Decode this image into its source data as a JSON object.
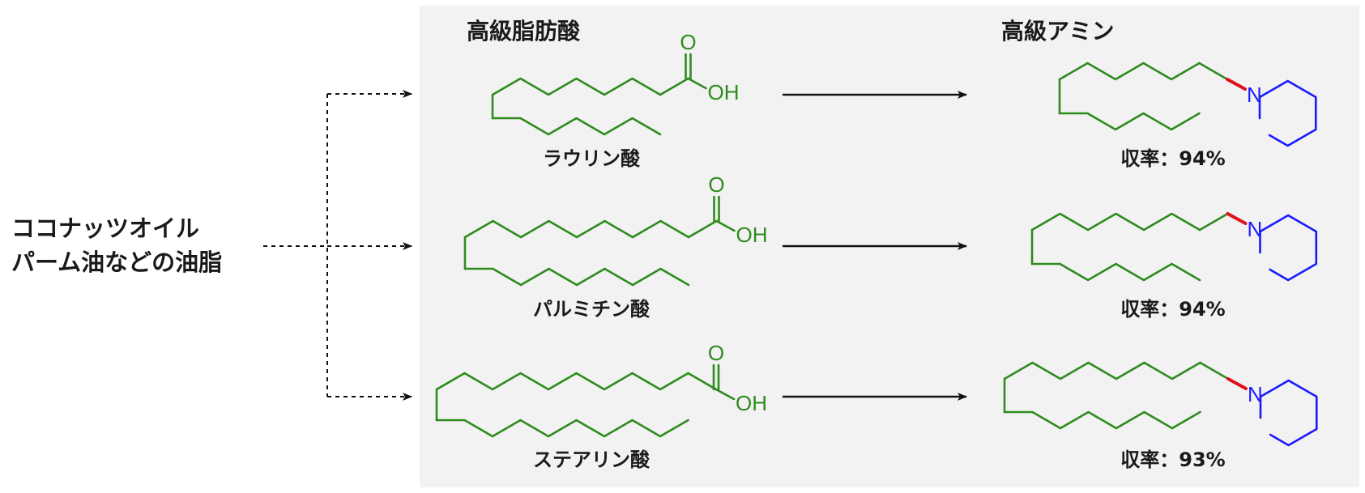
{
  "source": {
    "line1": "ココナッツオイル",
    "line2": "パーム油などの油脂"
  },
  "headers": {
    "left": "高級脂肪酸",
    "right": "高級アミン"
  },
  "rows": [
    {
      "acid_name": "ラウリン酸",
      "yield_text": "収率：94%"
    },
    {
      "acid_name": "パルミチン酸",
      "yield_text": "収率：94%"
    },
    {
      "acid_name": "ステアリン酸",
      "yield_text": "収率：93%"
    }
  ],
  "atoms": {
    "oxygen": "O",
    "hydroxyl": "OH",
    "nitrogen": "N"
  },
  "colors": {
    "panel": "#f2f2f2",
    "chain": "#2e8b1e",
    "ring": "#1a1aff",
    "new_bond": "#e0101a",
    "arrow": "#111111"
  }
}
